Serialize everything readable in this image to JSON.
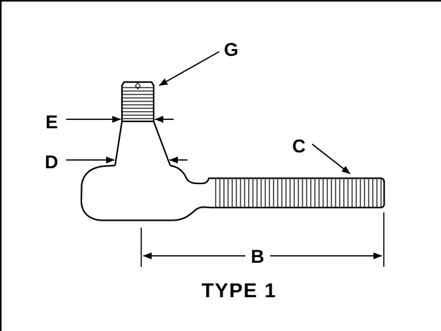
{
  "diagram": {
    "title": "TYPE 1",
    "labels": {
      "g": "G",
      "e": "E",
      "d": "D",
      "c": "C",
      "b": "B"
    },
    "line_color": "#000000",
    "background_color": "#ffffff"
  }
}
